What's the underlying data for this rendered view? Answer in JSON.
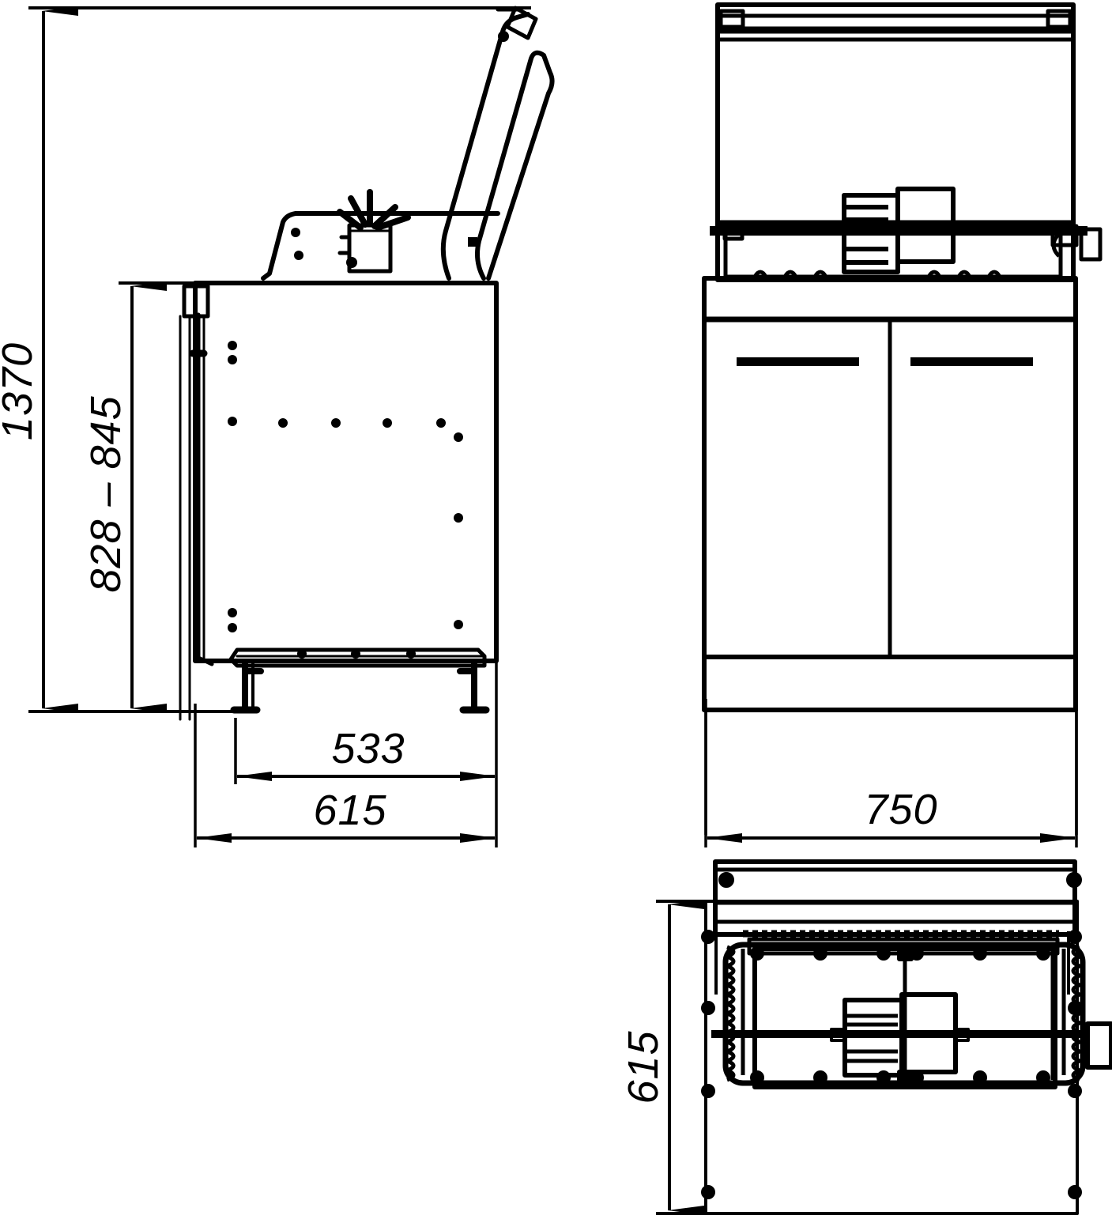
{
  "drawing": {
    "type": "technical-dimension-drawing",
    "subject": "top-loading washing machine cabinet",
    "line_color": "#000000",
    "background_color": "#ffffff",
    "views": [
      {
        "name": "side-elevation-view",
        "position": "left"
      },
      {
        "name": "front-elevation-view",
        "position": "top-right"
      },
      {
        "name": "top-plan-view",
        "position": "bottom-right"
      }
    ]
  },
  "dimensions": {
    "overall_height": "1370",
    "worktop_height_range": "828 – 845",
    "body_depth": "533",
    "overall_depth": "615",
    "overall_width": "750",
    "plan_depth": "615"
  },
  "labels": {
    "height_total": "1370",
    "height_worktop": "828 – 845",
    "depth_body": "533",
    "depth_overall": "615",
    "width_overall": "750",
    "depth_plan": "615"
  }
}
